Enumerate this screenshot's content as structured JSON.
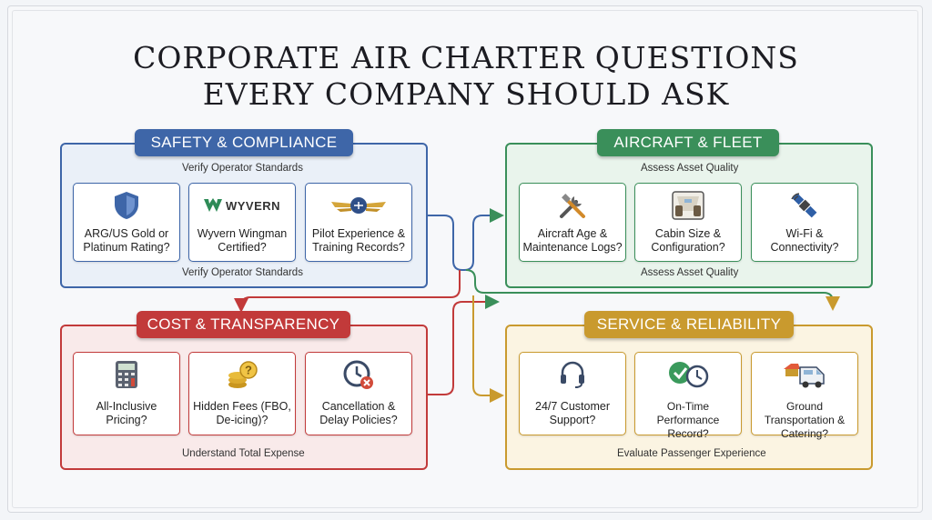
{
  "title": {
    "line1": "CORPORATE AIR CHARTER QUESTIONS",
    "line2": "EVERY COMPANY SHOULD ASK"
  },
  "colors": {
    "safety": "#3e66a8",
    "fleet": "#3a8f5a",
    "cost": "#c23a3a",
    "service": "#c99a2e"
  },
  "sections": {
    "safety": {
      "heading": "SAFETY & COMPLIANCE",
      "flow_top": "Verify Operator Standards",
      "flow_bottom": "Verify Operator Standards",
      "cards": [
        {
          "label": "ARG/US Gold or Platinum Rating?",
          "icon": "shield-icon"
        },
        {
          "label": "Wyvern Wingman Certified?",
          "icon": "wyvern-logo",
          "logo_text": "WYVERN"
        },
        {
          "label": "Pilot Experience & Training Records?",
          "icon": "pilot-wings-icon"
        }
      ]
    },
    "fleet": {
      "heading": "AIRCRAFT & FLEET",
      "flow_top": "Assess Asset Quality",
      "flow_bottom": "Assess Asset Quality",
      "cards": [
        {
          "label": "Aircraft Age & Maintenance Logs?",
          "icon": "tools-icon"
        },
        {
          "label": "Cabin Size & Configuration?",
          "icon": "cabin-icon"
        },
        {
          "label": "Wi-Fi & Connectivity?",
          "icon": "satellite-icon"
        }
      ]
    },
    "cost": {
      "heading": "COST & TRANSPARENCY",
      "flow_bottom": "Understand Total Expense",
      "cards": [
        {
          "label": "All-Inclusive Pricing?",
          "icon": "calculator-icon"
        },
        {
          "label": "Hidden Fees (FBO, De-icing)?",
          "icon": "coins-icon"
        },
        {
          "label": "Cancellation & Delay Policies?",
          "icon": "clock-cancel-icon"
        }
      ]
    },
    "service": {
      "heading": "SERVICE & RELIABILITY",
      "flow_bottom": "Evaluate Passenger Experience",
      "cards": [
        {
          "label": "24/7 Customer Support?",
          "icon": "headset-icon"
        },
        {
          "label": "On-Time Performance Record?",
          "icon": "check-clock-icon"
        },
        {
          "label": "Ground Transportation & Catering?",
          "icon": "van-icon"
        }
      ]
    }
  }
}
